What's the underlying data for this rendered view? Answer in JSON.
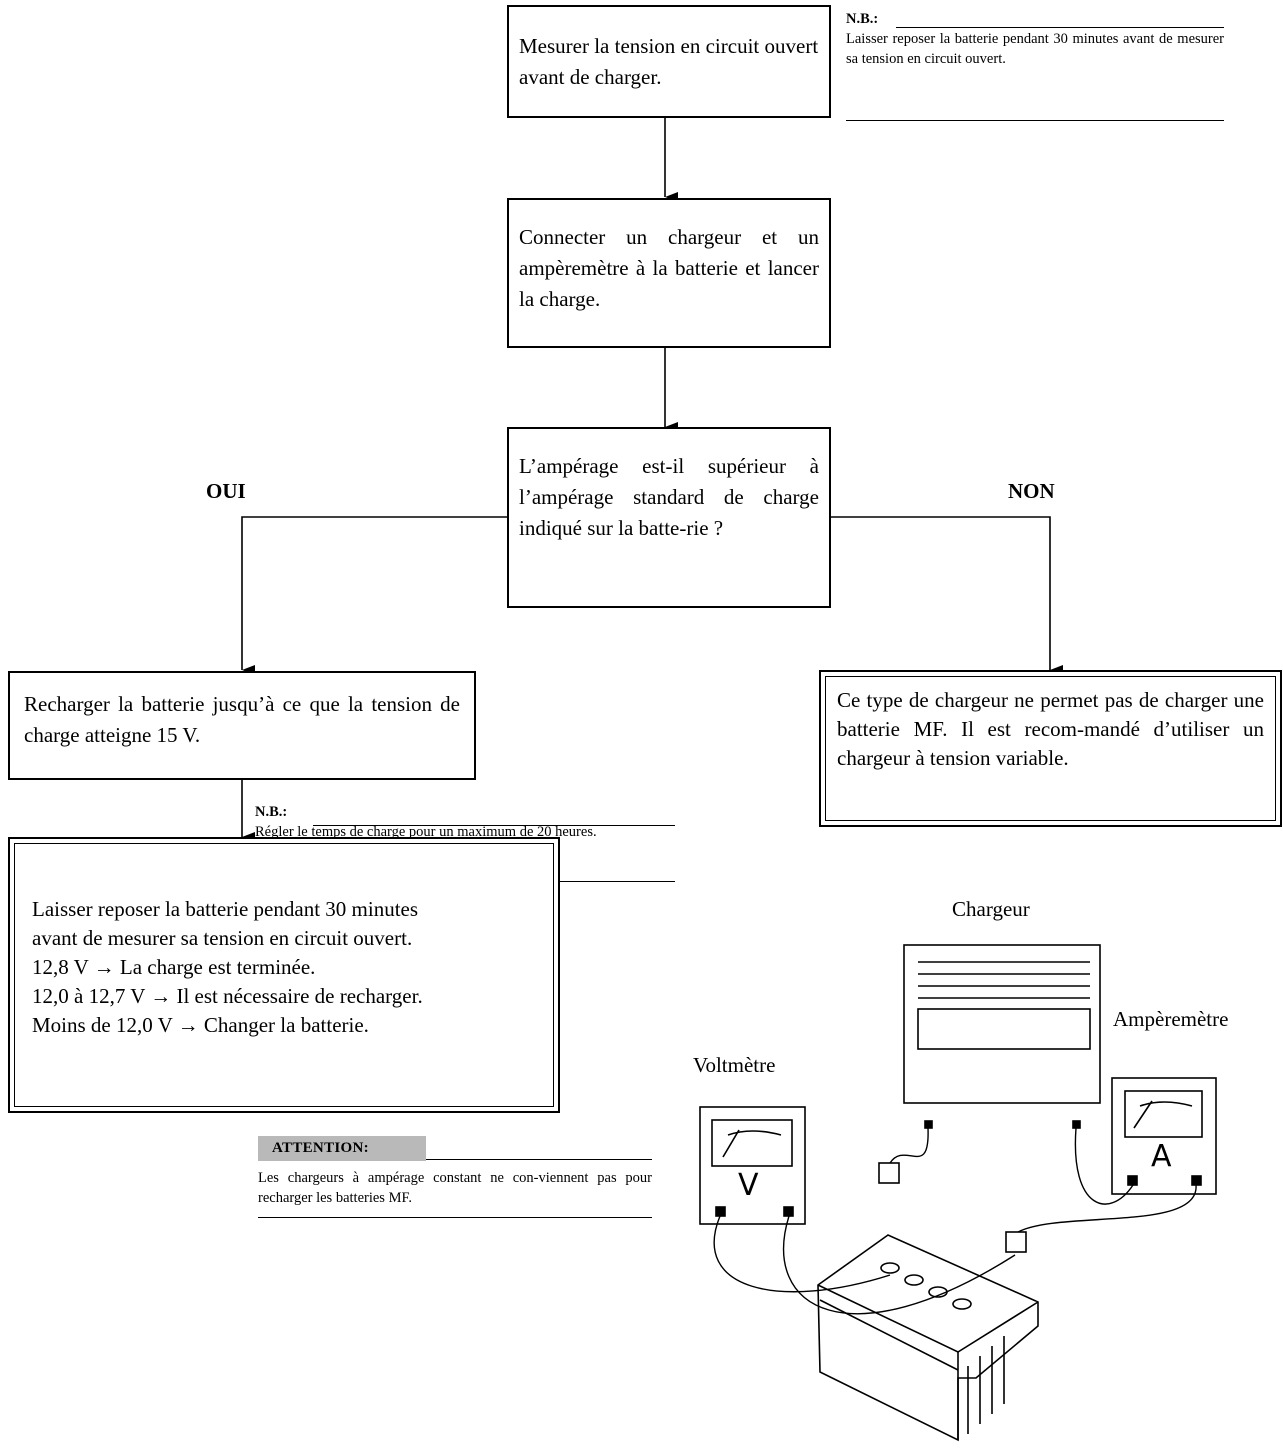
{
  "flow": {
    "step1": "Mesurer la tension en circuit ouvert avant de charger.",
    "step2": "Connecter un chargeur et un ampèremètre à la batterie et lancer la charge.",
    "decision": "L’ampérage est-il supérieur à l’ampérage standard de charge indiqué sur la batte-rie ?",
    "yes_label": "OUI",
    "no_label": "NON",
    "yes_action": "Recharger la batterie jusqu’à ce que la tension de charge atteigne 15 V.",
    "no_action": "Ce type de chargeur ne permet pas de charger une batterie MF. Il est recom-mandé d’utiliser un chargeur à tension variable.",
    "final_lines": [
      "Laisser reposer la batterie pendant 30 minutes",
      "avant de mesurer sa tension en circuit ouvert.",
      "12,8 V → La charge est terminée.",
      "12,0 à 12,7 V → Il est nécessaire de recharger.",
      "Moins de 12,0 V → Changer la batterie."
    ]
  },
  "notes": {
    "note1": {
      "title": "N.B.:",
      "text": "Laisser reposer la batterie pendant 30 minutes avant de mesurer sa tension en circuit ouvert."
    },
    "note2": {
      "title": "N.B.:",
      "text": "Régler le temps de charge pour un maximum de 20 heures."
    },
    "attention": {
      "title": "ATTENTION:",
      "text": "Les chargeurs à ampérage constant ne con-viennent pas pour recharger les batteries MF."
    }
  },
  "illustration": {
    "charger_label": "Chargeur",
    "ammeter_label": "Ampèremètre",
    "voltmeter_label": "Voltmètre",
    "ammeter_symbol": "A",
    "voltmeter_symbol": "V",
    "icons": [
      "charger-icon",
      "ammeter-icon",
      "voltmeter-icon",
      "battery-icon"
    ]
  }
}
